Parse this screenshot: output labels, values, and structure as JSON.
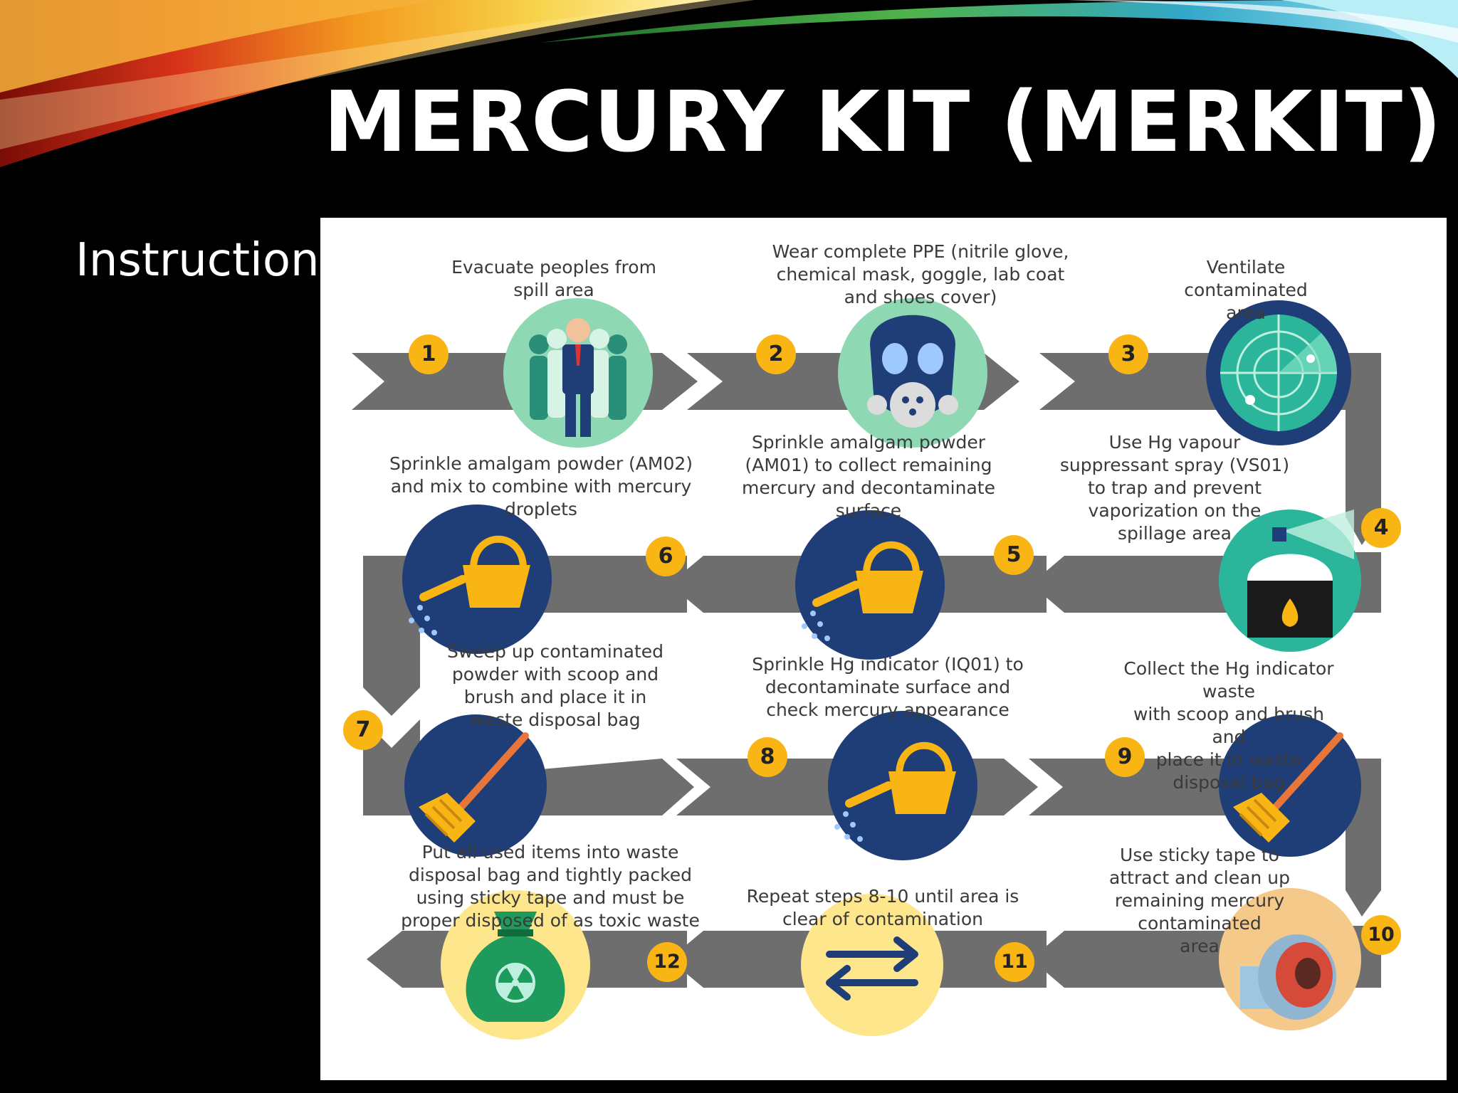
{
  "slide": {
    "title": "MERCURY KIT (MERKIT)",
    "side_label": "Instruction"
  },
  "colors": {
    "band": "#6e6e6e",
    "badge": "#f8b514",
    "navy": "#1f3e78",
    "mint": "#8fd8b4",
    "teal": "#2bb69b",
    "yellow": "#fde68c"
  },
  "steps": [
    {
      "num": "1",
      "caption": "Evacuate peoples from\nspill area",
      "icon": "people-icon"
    },
    {
      "num": "2",
      "caption": "Wear complete PPE (nitrile glove,\nchemical mask, goggle, lab coat\nand shoes cover)",
      "icon": "gas-mask-icon"
    },
    {
      "num": "3",
      "caption": "Ventilate contaminated\narea",
      "icon": "radar-icon"
    },
    {
      "num": "4",
      "caption": "Use Hg vapour\nsuppressant spray (VS01)\nto trap and prevent\nvaporization on the\nspillage area",
      "icon": "spray-icon"
    },
    {
      "num": "5",
      "caption": "Sprinkle amalgam powder\n(AM01) to collect remaining\nmercury and decontaminate\nsurface",
      "icon": "watering-can-icon"
    },
    {
      "num": "6",
      "caption": "Sprinkle amalgam powder (AM02)\nand mix to combine with mercury\ndroplets",
      "icon": "watering-can-icon"
    },
    {
      "num": "7",
      "caption": "Sweep up contaminated\npowder with scoop and\nbrush and place it in\nwaste disposal bag",
      "icon": "broom-icon"
    },
    {
      "num": "8",
      "caption": "Sprinkle Hg indicator (IQ01) to\ndecontaminate surface and\ncheck mercury appearance",
      "icon": "watering-can-icon"
    },
    {
      "num": "9",
      "caption": "Collect the Hg indicator waste\nwith scoop and brush and\nplace it in waste disposal bag",
      "icon": "broom-icon"
    },
    {
      "num": "10",
      "caption": "Use sticky tape to\nattract and clean up\nremaining mercury\ncontaminated\narea",
      "icon": "tape-roll-icon"
    },
    {
      "num": "11",
      "caption": "Repeat steps 8-10 until area is\nclear of contamination",
      "icon": "repeat-arrows-icon"
    },
    {
      "num": "12",
      "caption": "Put all used items into waste\ndisposal bag and tightly packed\nusing sticky tape and must be\nproper disposed of as toxic waste",
      "icon": "toxic-bag-icon"
    }
  ]
}
